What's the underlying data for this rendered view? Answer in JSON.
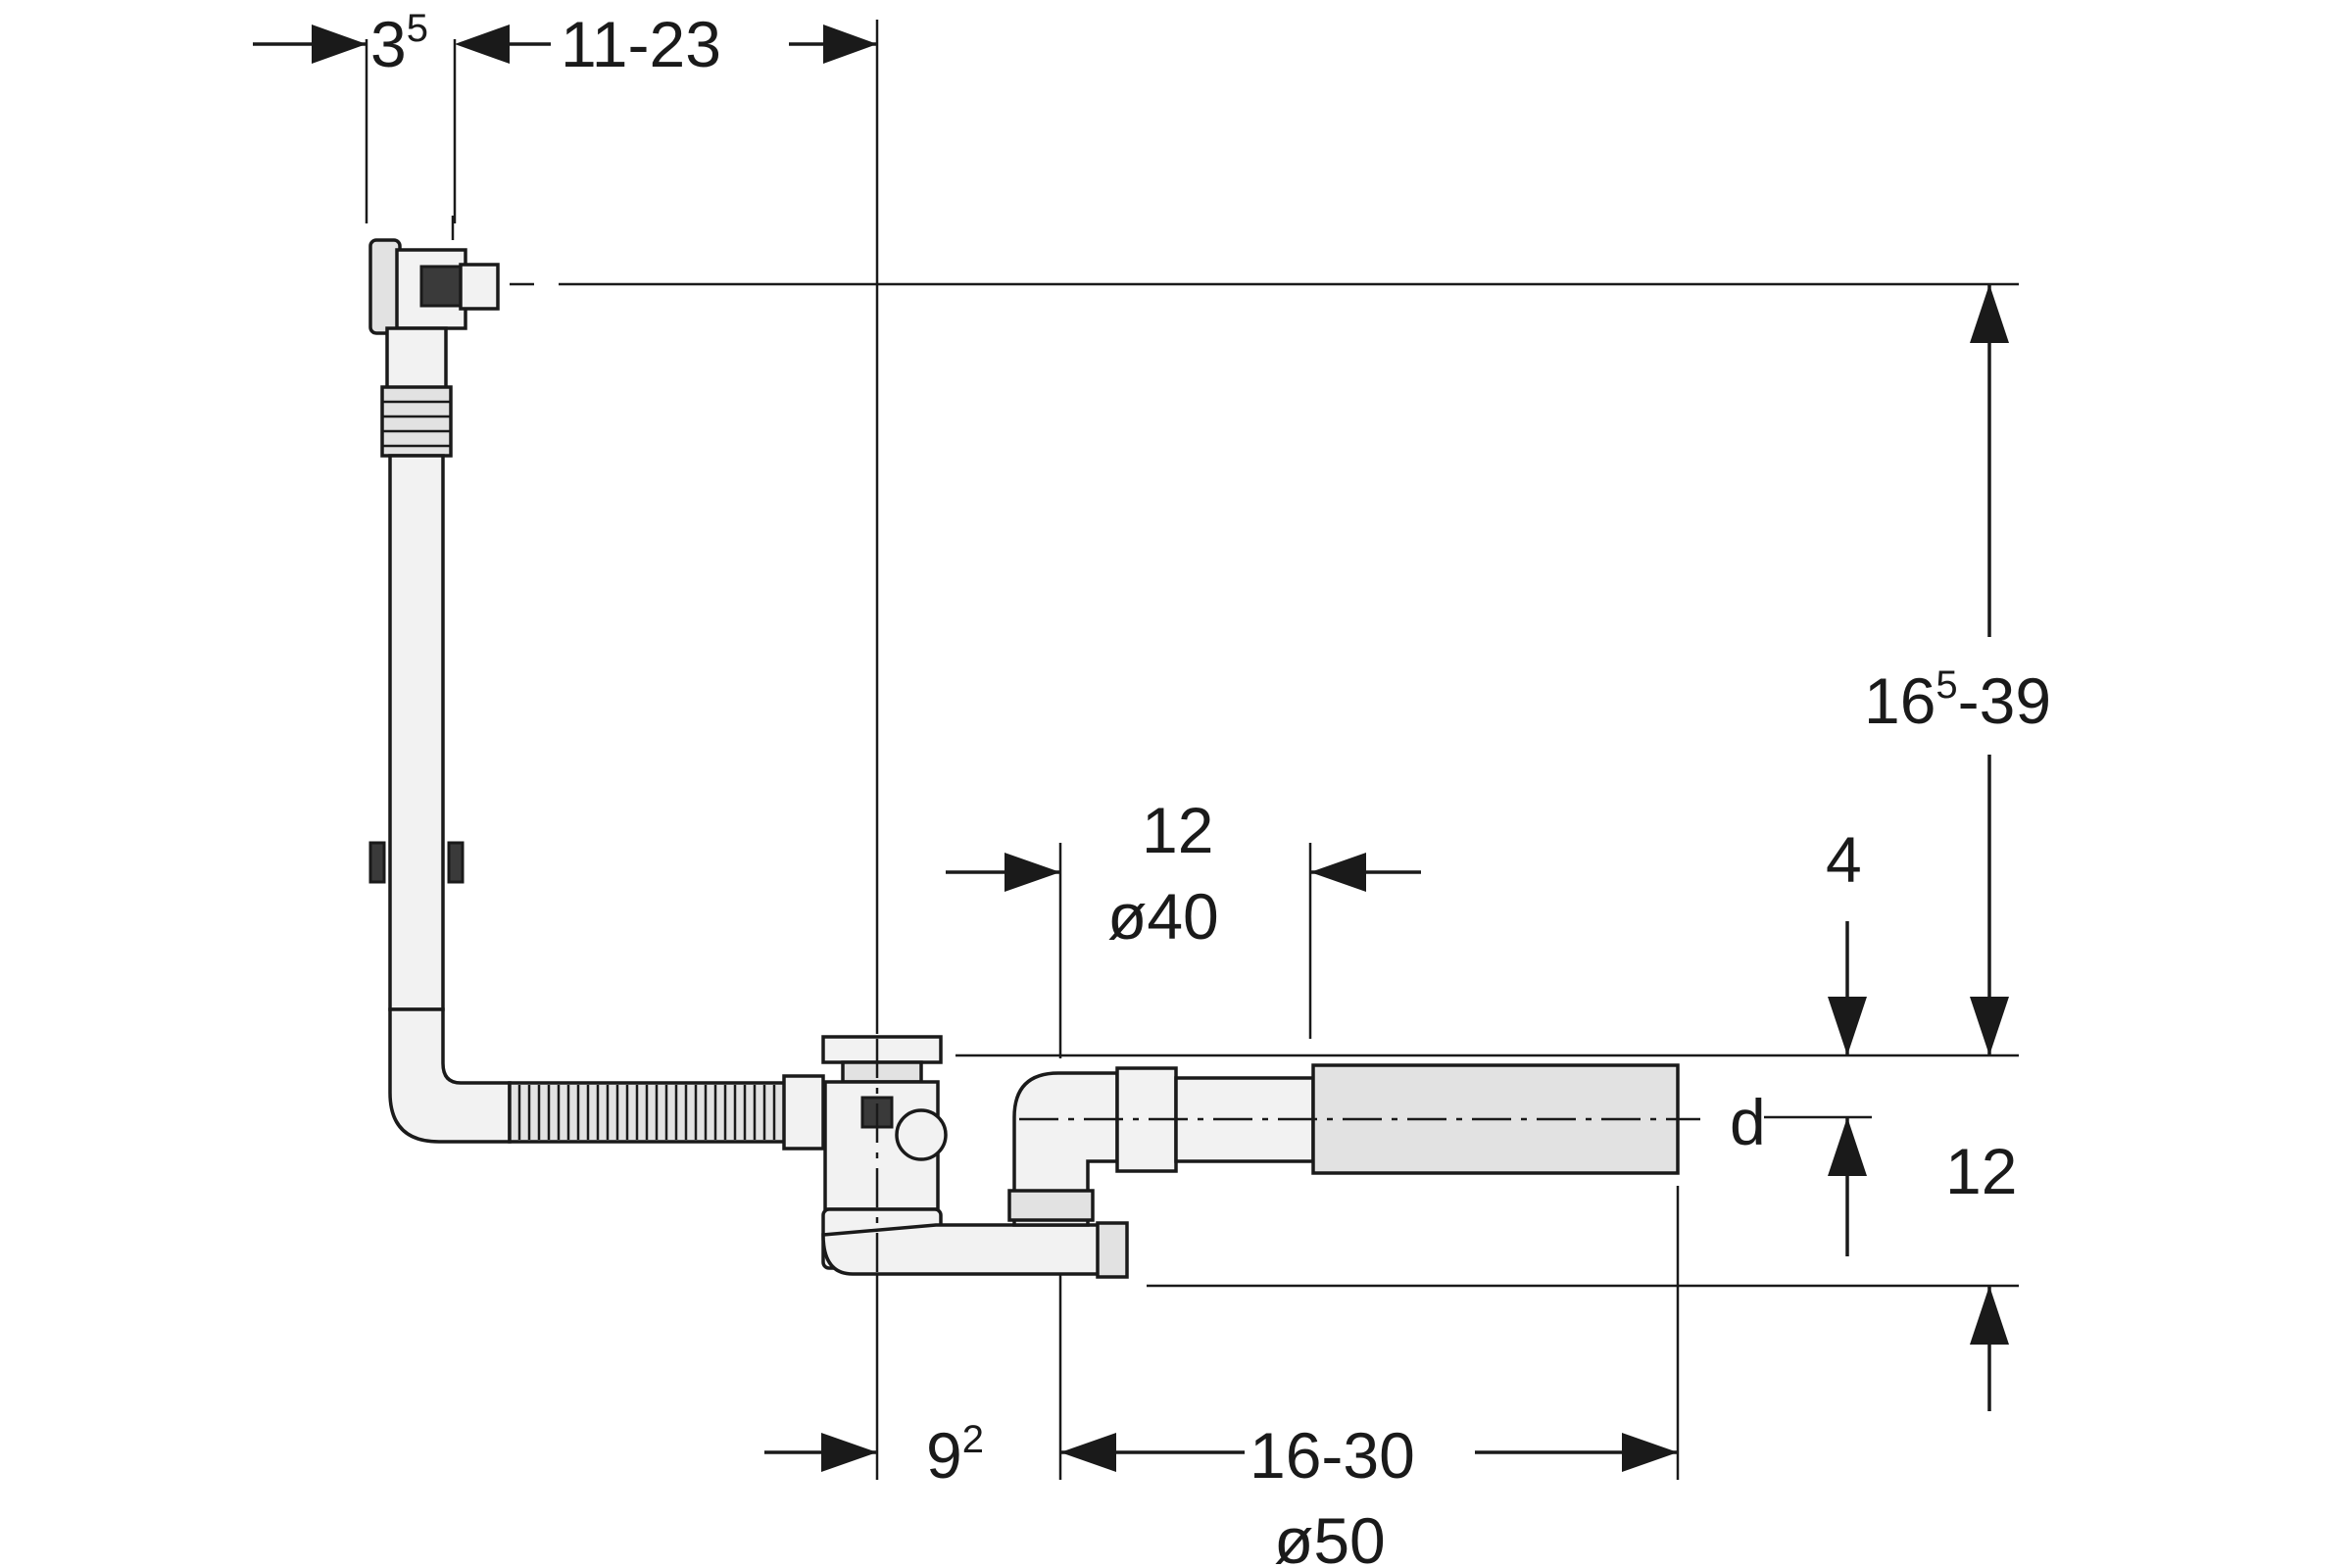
{
  "dimensions": {
    "top_offset": {
      "base": "3",
      "sup": "5"
    },
    "top_range": "11-23",
    "height_range": {
      "base": "16",
      "sup": "5",
      "rest": "-39"
    },
    "overflow_gap": "4",
    "outlet_length": "12",
    "outlet_diameter": "ø40",
    "drain_depth": "12",
    "diameter_symbol": "d",
    "trap_offset": {
      "base": "9",
      "sup": "2"
    },
    "pipe_range": "16-30",
    "pipe_diameter": "ø50"
  }
}
